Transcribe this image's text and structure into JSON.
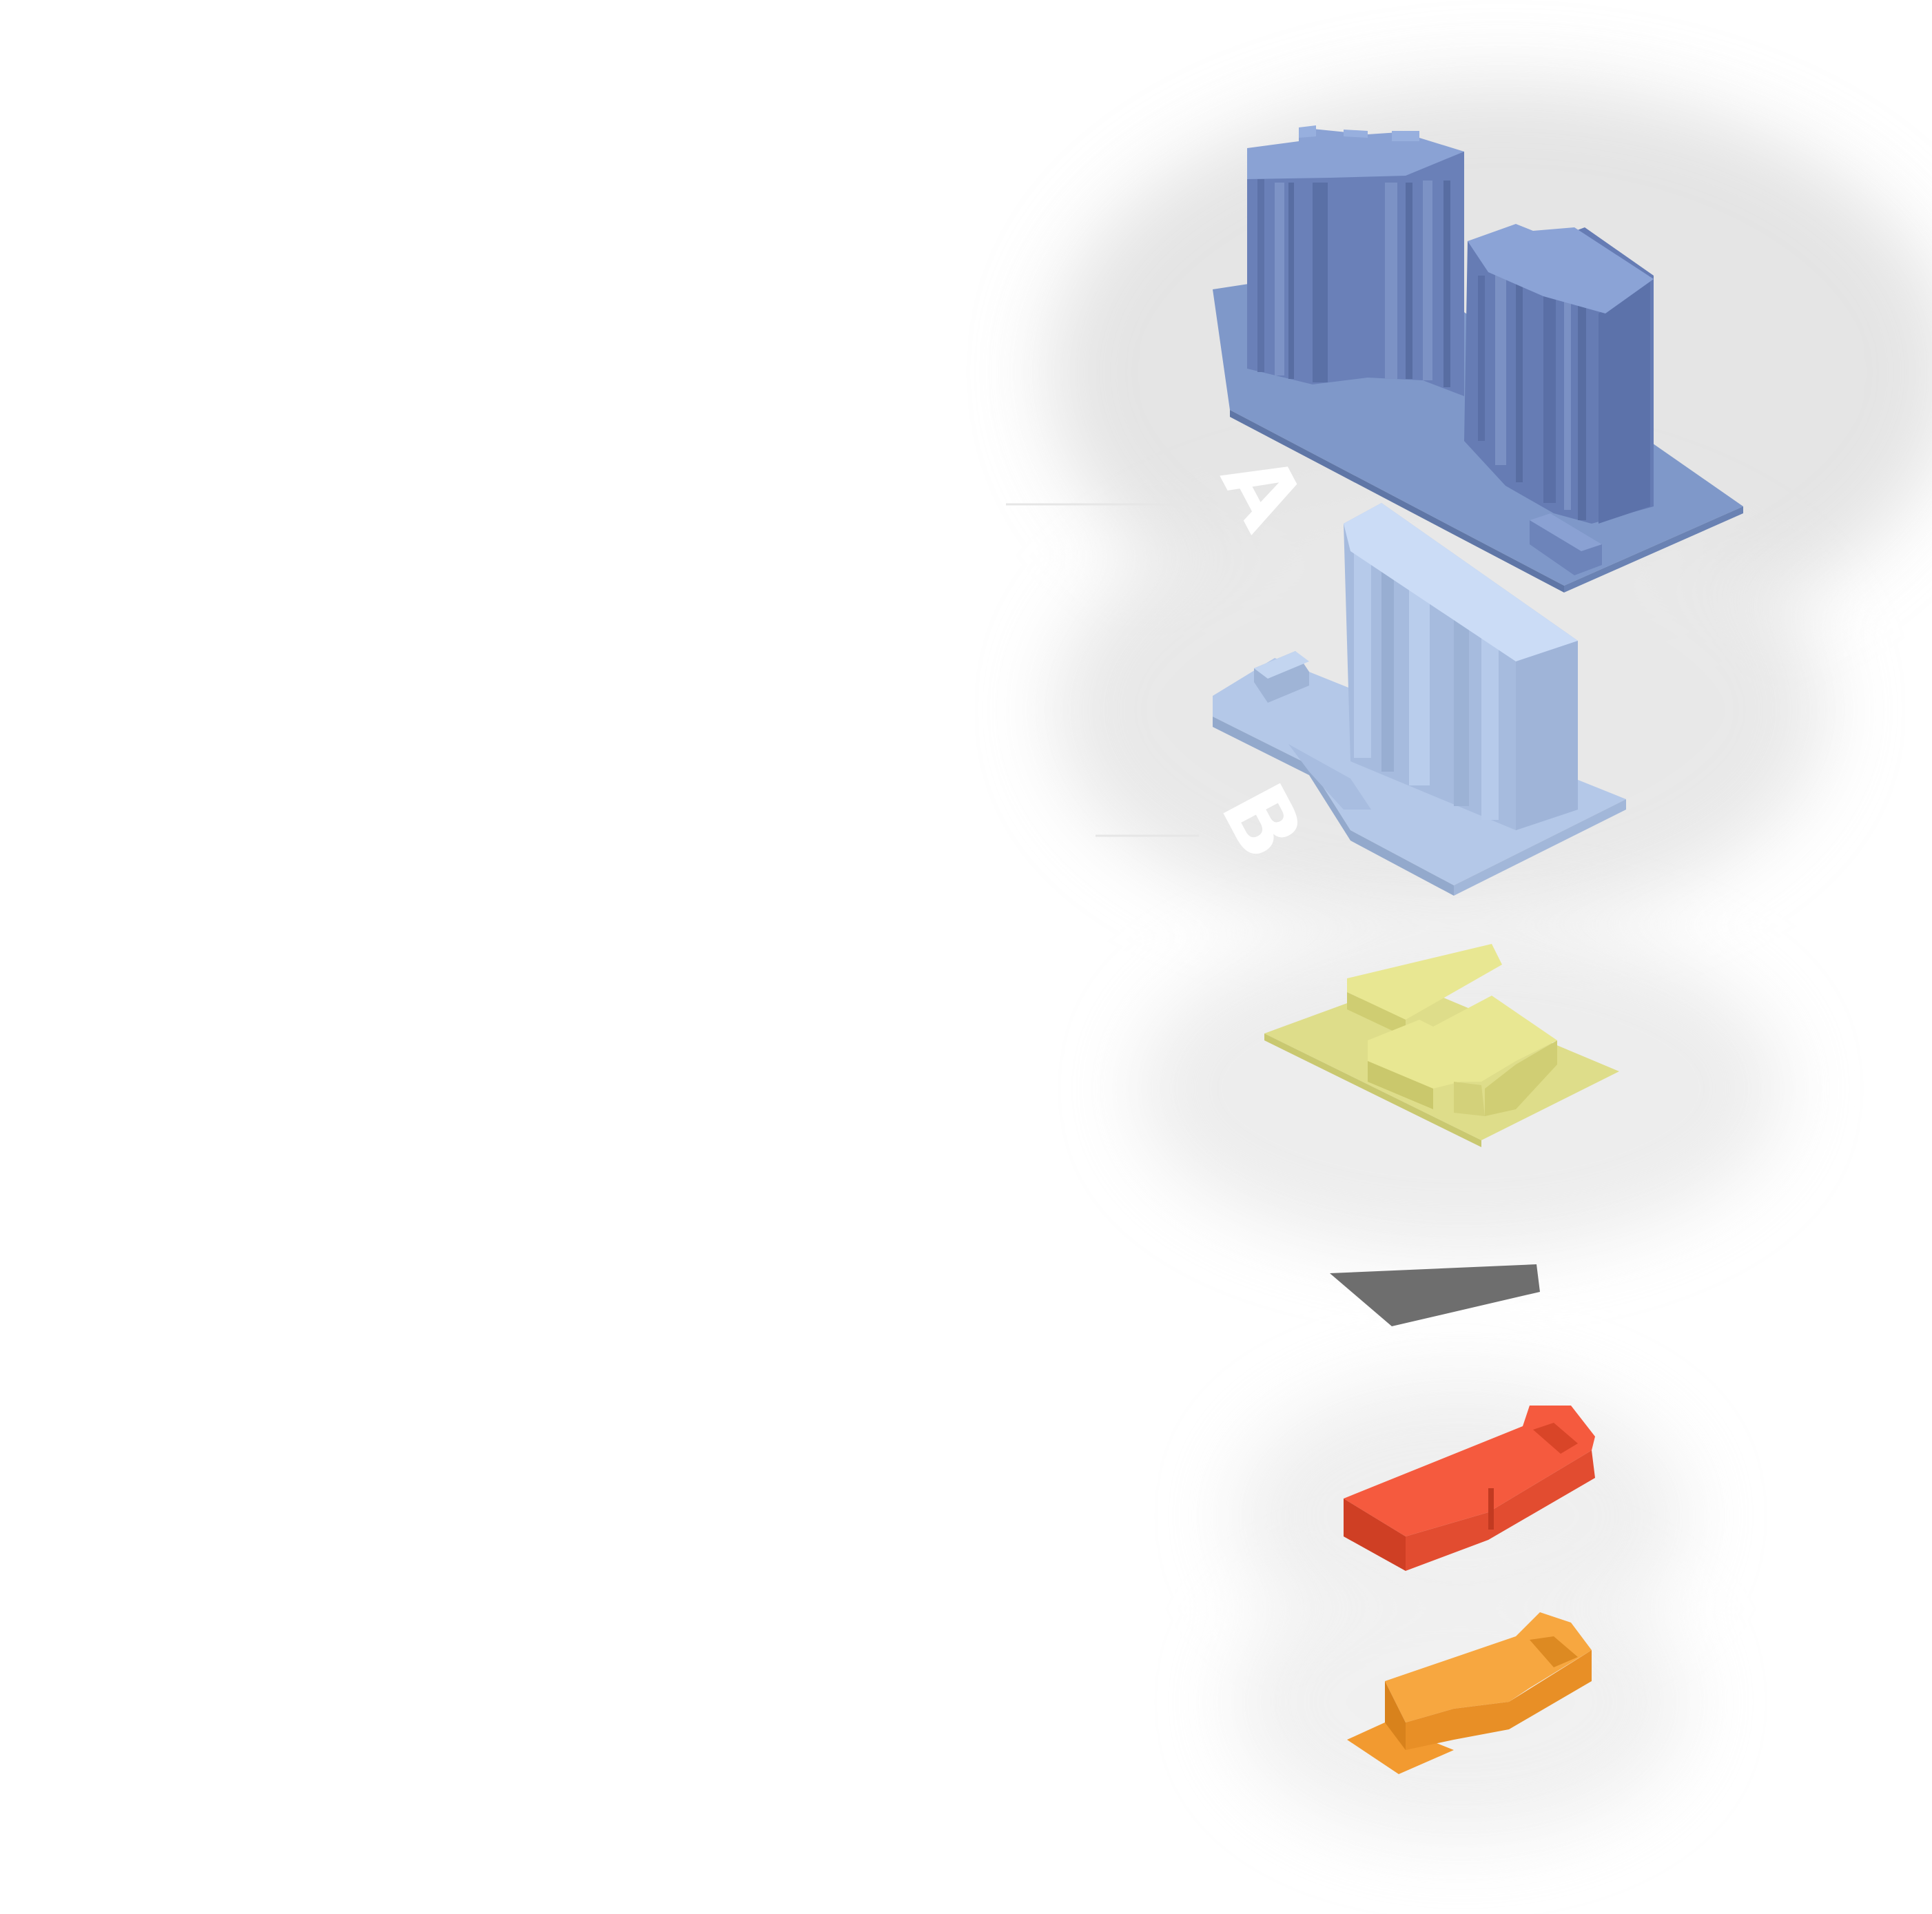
{
  "diagram": {
    "layers": [
      {
        "id": "A",
        "label": "A",
        "color": "#7893c6"
      },
      {
        "id": "B",
        "label": "B",
        "color": "#b8ccea"
      },
      {
        "id": "C",
        "color": "#e5e48c"
      },
      {
        "id": "D",
        "color": "#6e6e6e"
      },
      {
        "id": "E",
        "color": "#f4563a"
      },
      {
        "id": "F",
        "color": "#f5a33d"
      }
    ]
  }
}
